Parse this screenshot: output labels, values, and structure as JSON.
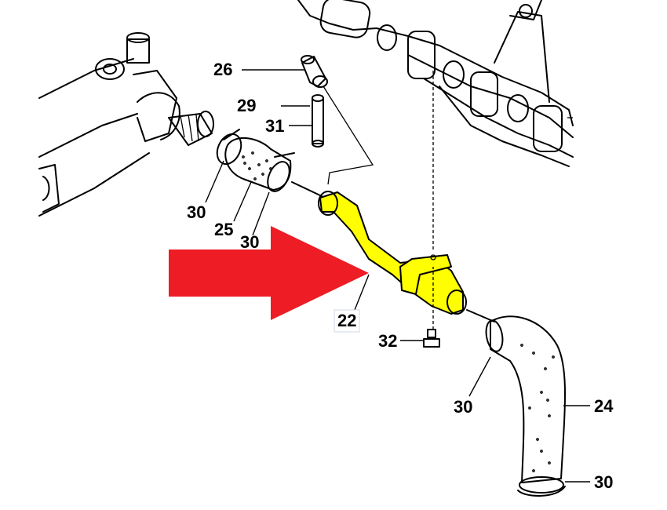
{
  "callouts": {
    "c26": "26",
    "c29": "29",
    "c31": "31",
    "c30_left": "30",
    "c25": "25",
    "c30_mid": "30",
    "c22": "22",
    "c32": "32",
    "c30_right": "30",
    "c24": "24",
    "c30_bottom": "30"
  },
  "colors": {
    "highlight_part": "#ffff00",
    "arrow": "#ee1c24",
    "line": "#000000"
  },
  "icons": {
    "pointer": "red-arrow-icon"
  }
}
